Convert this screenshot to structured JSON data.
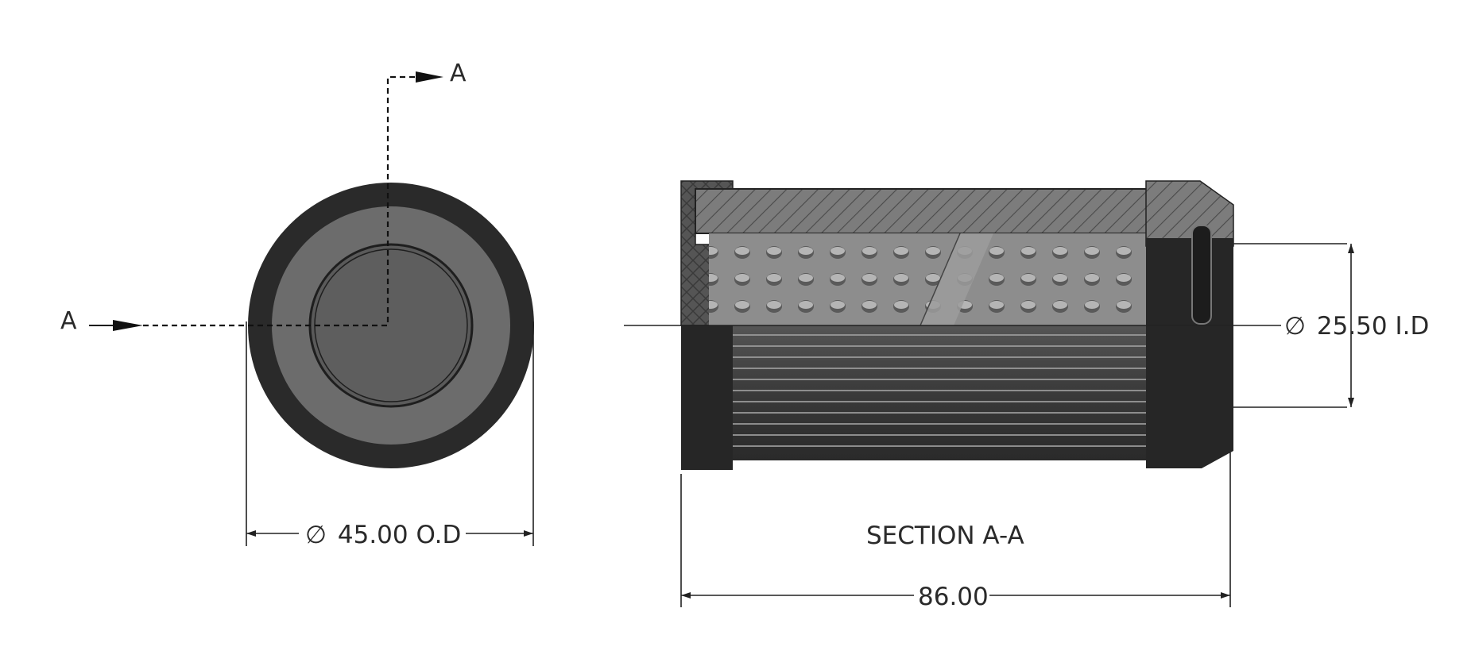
{
  "section_marker": "A",
  "front_view": {
    "od_symbol": "∅",
    "od_value": "45.00 O.D"
  },
  "section_view": {
    "title": "SECTION A-A",
    "id_symbol": "∅",
    "id_value": "25.50 I.D",
    "length_value": "86.00"
  },
  "colors": {
    "body_dark": "#2a2a2a",
    "body_mid": "#6a6a6a",
    "perforated_tube": "#8a8a8a",
    "pleats": "#3a3a3a",
    "hatch": "#555555"
  }
}
